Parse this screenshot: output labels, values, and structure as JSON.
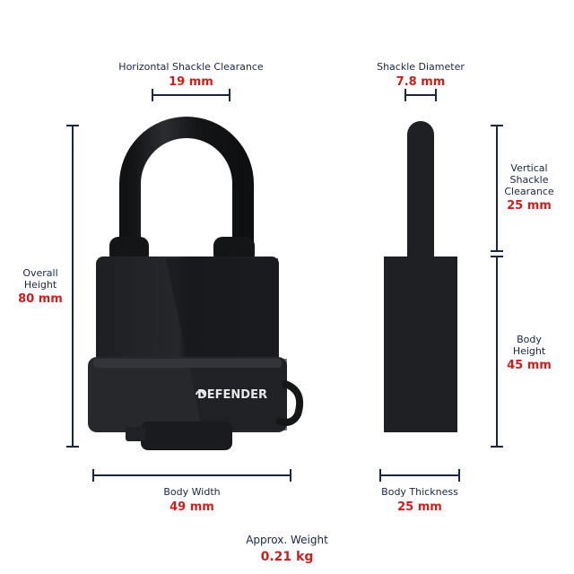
{
  "dimensions": {
    "horizontal_shackle_clearance": {
      "label": "Horizontal Shackle Clearance",
      "value": "19 mm"
    },
    "shackle_diameter": {
      "label": "Shackle Diameter",
      "value": "7.8 mm"
    },
    "overall_height": {
      "label_line1": "Overall",
      "label_line2": "Height",
      "value": "80 mm"
    },
    "vertical_shackle_clearance": {
      "label_line1": "Vertical",
      "label_line2": "Shackle",
      "label_line3": "Clearance",
      "value": "25 mm"
    },
    "body_height": {
      "label_line1": "Body",
      "label_line2": "Height",
      "value": "45 mm"
    },
    "body_width": {
      "label": "Body Width",
      "value": "49 mm"
    },
    "body_thickness": {
      "label": "Body Thickness",
      "value": "25 mm"
    },
    "weight": {
      "label": "Approx. Weight",
      "value": "0.21 kg"
    }
  },
  "product": {
    "brand": "DEFENDER"
  },
  "colors": {
    "label": "#1a2540",
    "value": "#c8201e",
    "lock": "#1c1d20",
    "line": "#1a2540"
  }
}
